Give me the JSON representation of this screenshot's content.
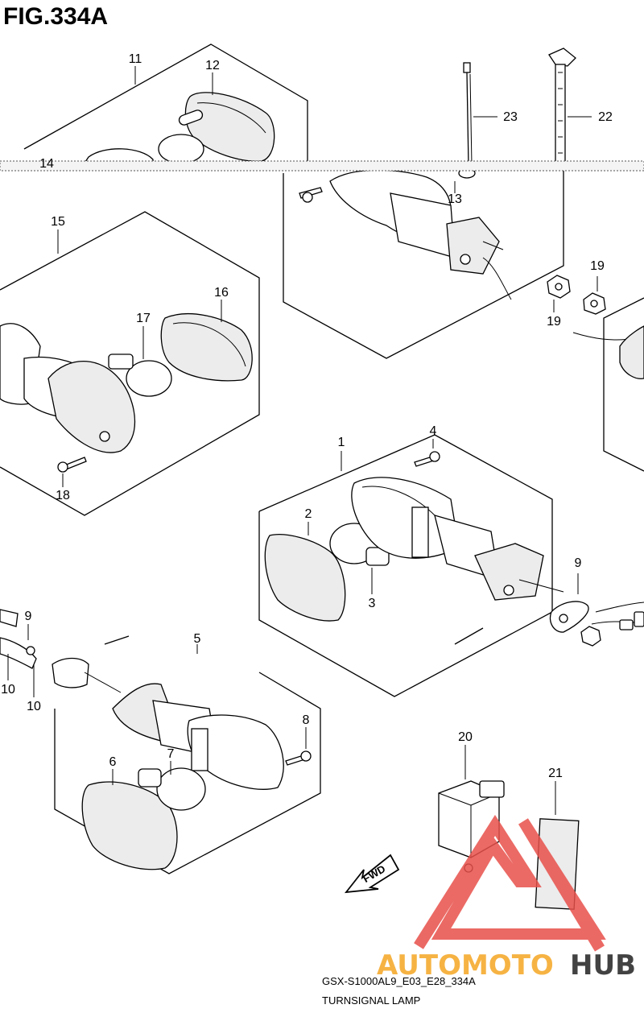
{
  "figure": {
    "title": "FIG.334A",
    "model_code": "GSX-S1000AL9_E03_E28_334A",
    "caption": "TURNSIGNAL LAMP",
    "fwd_label": "FWD"
  },
  "callouts": [
    "11",
    "12",
    "14",
    "13",
    "22",
    "23",
    "15",
    "16",
    "17",
    "18",
    "19",
    "19",
    "1",
    "2",
    "3",
    "4",
    "9",
    "9",
    "10",
    "10",
    "5",
    "6",
    "7",
    "8",
    "20",
    "21"
  ],
  "watermark": {
    "brand_part1": "AUTOMOTO",
    "brand_part2": "HUB",
    "color_accent": "#f5a623",
    "color_dark": "#222222",
    "color_triangle": "#e8504a"
  }
}
